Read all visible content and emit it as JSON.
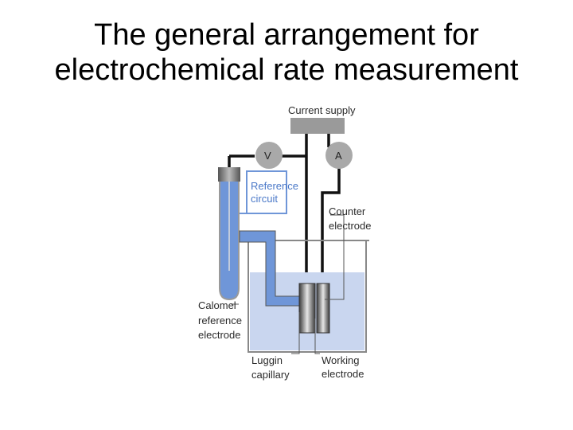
{
  "title": {
    "line1": "The general arrangement for",
    "line2": "electrochemical rate measurement"
  },
  "diagram": {
    "current_supply": "Current supply",
    "voltmeter": "V",
    "ammeter": "A",
    "reference_circuit": [
      "Reference",
      "circuit"
    ],
    "counter_electrode": [
      "Counter",
      "electrode"
    ],
    "calomel_electrode": [
      "Calomel",
      "reference",
      "electrode"
    ],
    "luggin_capillary": [
      "Luggin",
      "capillary"
    ],
    "working_electrode": [
      "Working",
      "electrode"
    ],
    "colors": {
      "solution": "#c9d6ef",
      "calomel_fill": "#6f96d8",
      "wire": "#111111",
      "meter": "#a9a9a9",
      "reference_text": "#4a78c8"
    }
  }
}
